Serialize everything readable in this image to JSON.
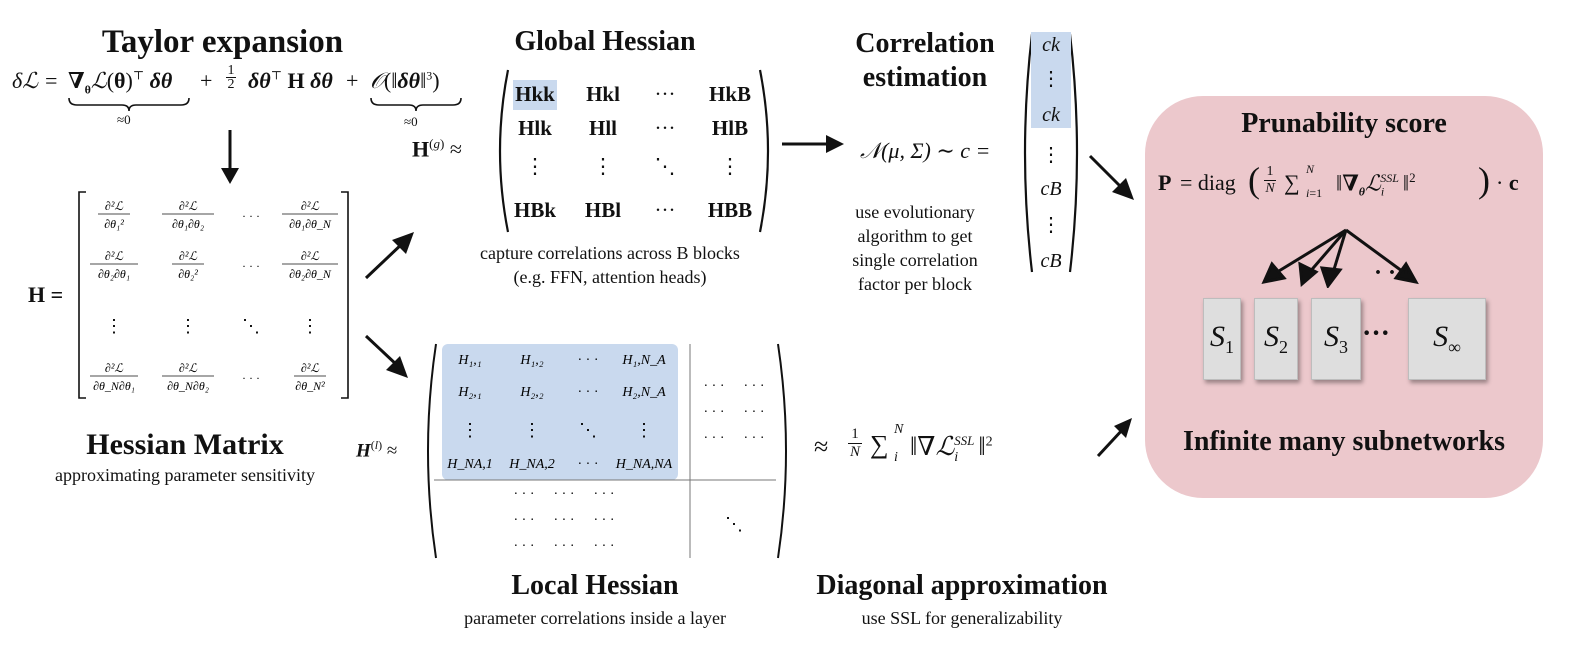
{
  "taylor": {
    "title": "Taylor expansion",
    "approx_zero_1": "≈0",
    "approx_zero_2": "≈0"
  },
  "hessian_matrix": {
    "title": "Hessian Matrix",
    "subtitle": "approximating parameter sensitivity",
    "lhs": "H ="
  },
  "global_hessian": {
    "title": "Global Hessian",
    "caption_line1": "capture correlations across B blocks",
    "caption_line2": "(e.g. FFN, attention heads)",
    "lhs": "H(g) ≈",
    "cells": [
      [
        "Hkk",
        "Hkl",
        "···",
        "HkB"
      ],
      [
        "Hlk",
        "Hll",
        "···",
        "HlB"
      ],
      [
        "⋮",
        "⋮",
        "⋱",
        "⋮"
      ],
      [
        "HBk",
        "HBl",
        "···",
        "HBB"
      ]
    ]
  },
  "correlation": {
    "title_line1": "Correlation",
    "title_line2": "estimation",
    "equation": "𝒩(μ, Σ) ∼ c =",
    "desc_line1": "use evolutionary",
    "desc_line2": "algorithm to get",
    "desc_line3": "single correlation",
    "desc_line4": "factor per block",
    "vector": [
      "ck",
      "⋮",
      "ck",
      "⋮",
      "cB",
      "⋮",
      "cB"
    ]
  },
  "local_hessian": {
    "title": "Local Hessian",
    "subtitle": "parameter correlations inside a layer",
    "lhs": "H(l) ≈"
  },
  "diagonal": {
    "title": "Diagonal approximation",
    "subtitle": "use SSL for generalizability"
  },
  "prunability": {
    "title": "Prunability score",
    "footer": "Infinite many subnetworks",
    "subnetworks": [
      "S1",
      "S2",
      "S3",
      "···",
      "S∞"
    ],
    "box_color": "#ecc8cc"
  },
  "colors": {
    "highlight": "#c9d9ee",
    "subnetwork_box": "#dedede"
  }
}
